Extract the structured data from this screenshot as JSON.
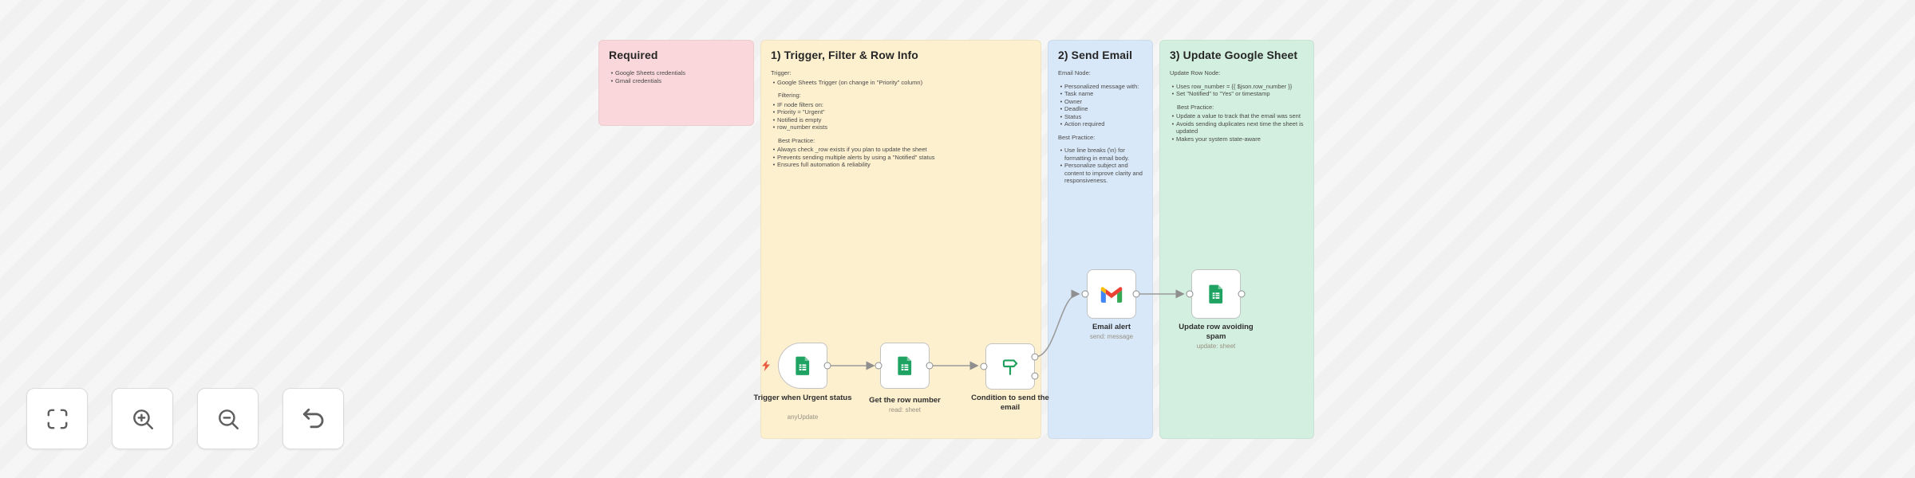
{
  "app": {
    "name": "workflow-canvas"
  },
  "colors": {
    "canvas_stripe_light": "#f6f6f7",
    "canvas_stripe_dark": "#f1f1f2",
    "note_pink": "#f9d7da",
    "note_yellow": "#fdf0cf",
    "note_blue": "#d8e8f8",
    "note_green": "#d3efdf",
    "sheets_green": "#1ea362",
    "gmail_red": "#ea4335",
    "if_green": "#1fa05c",
    "trigger_bolt": "#e9593f",
    "connection_gray": "#9b9b9b"
  },
  "notes": [
    {
      "title": "Required",
      "bg": "#f9d7da",
      "items": [
        {
          "type": "bullet",
          "text": "Google Sheets credentials"
        },
        {
          "type": "bullet",
          "text": "Gmail credentials"
        }
      ]
    },
    {
      "title": "1) Trigger, Filter & Row Info",
      "bg": "#fdf0cf",
      "items": [
        {
          "type": "label",
          "text": "Trigger:",
          "first": true
        },
        {
          "type": "bullet",
          "text": "Google Sheets Trigger (on change in \"Priority\" column)"
        },
        {
          "type": "label",
          "text": "Filtering:",
          "indent": true
        },
        {
          "type": "bullet",
          "text": "IF node filters on:"
        },
        {
          "type": "bullet",
          "text": "Priority = \"Urgent\""
        },
        {
          "type": "bullet",
          "text": "Notified is empty"
        },
        {
          "type": "bullet",
          "text": "row_number exists"
        },
        {
          "type": "label",
          "text": "Best Practice:",
          "indent": true
        },
        {
          "type": "bullet",
          "text": "Always check _row exists if you plan to update the sheet"
        },
        {
          "type": "bullet",
          "text": "Prevents sending multiple alerts by using a \"Notified\" status"
        },
        {
          "type": "bullet",
          "text": "Ensures full automation & reliability"
        }
      ]
    },
    {
      "title": "2) Send Email",
      "bg": "#d8e8f8",
      "items": [
        {
          "type": "label",
          "text": "Email Node:",
          "first": true
        },
        {
          "type": "bullet",
          "text": "Personalized message with:",
          "gap": true
        },
        {
          "type": "bullet",
          "text": "Task name"
        },
        {
          "type": "bullet",
          "text": "Owner"
        },
        {
          "type": "bullet",
          "text": "Deadline"
        },
        {
          "type": "bullet",
          "text": "Status"
        },
        {
          "type": "bullet",
          "text": "Action required"
        },
        {
          "type": "label",
          "text": "Best Practice:"
        },
        {
          "type": "bullet",
          "text": "Use line breaks (\\n) for formatting in email body.",
          "gap": true
        },
        {
          "type": "bullet",
          "text": "Personalize subject and content to improve clarity and responsiveness."
        }
      ]
    },
    {
      "title": "3) Update Google Sheet",
      "bg": "#d3efdf",
      "items": [
        {
          "type": "label",
          "text": "Update Row Node:",
          "first": true
        },
        {
          "type": "bullet",
          "text": "Uses row_number = {{ $json.row_number }}",
          "gap": true
        },
        {
          "type": "bullet",
          "text": "Set \"Notified\" to \"Yes\" or timestamp"
        },
        {
          "type": "label",
          "text": "Best Practice:",
          "indent": true
        },
        {
          "type": "bullet",
          "text": "Update a value to track that the email was sent"
        },
        {
          "type": "bullet",
          "text": "Avoids sending duplicates next time the sheet is updated"
        },
        {
          "type": "bullet",
          "text": "Makes your system state-aware"
        }
      ]
    }
  ],
  "nodes": [
    {
      "label": "Trigger when Urgent status",
      "sublabel": "anyUpdate",
      "icon": "google-sheets"
    },
    {
      "label": "Get the row number",
      "sublabel": "read: sheet",
      "icon": "google-sheets"
    },
    {
      "label": "Condition to send the email",
      "sublabel": "",
      "icon": "if-signpost"
    },
    {
      "label": "Email alert",
      "sublabel": "send: message",
      "icon": "gmail"
    },
    {
      "label": "Update row avoiding spam",
      "sublabel": "update: sheet",
      "icon": "google-sheets"
    }
  ],
  "connections": [
    {
      "from": "Trigger when Urgent status",
      "to": "Get the row number"
    },
    {
      "from": "Get the row number",
      "to": "Condition to send the email"
    },
    {
      "from": "Condition to send the email",
      "to": "Email alert"
    },
    {
      "from": "Email alert",
      "to": "Update row avoiding spam"
    }
  ],
  "controls": {
    "buttons": [
      {
        "name": "fit-view"
      },
      {
        "name": "zoom-in"
      },
      {
        "name": "zoom-out"
      },
      {
        "name": "undo"
      }
    ]
  }
}
